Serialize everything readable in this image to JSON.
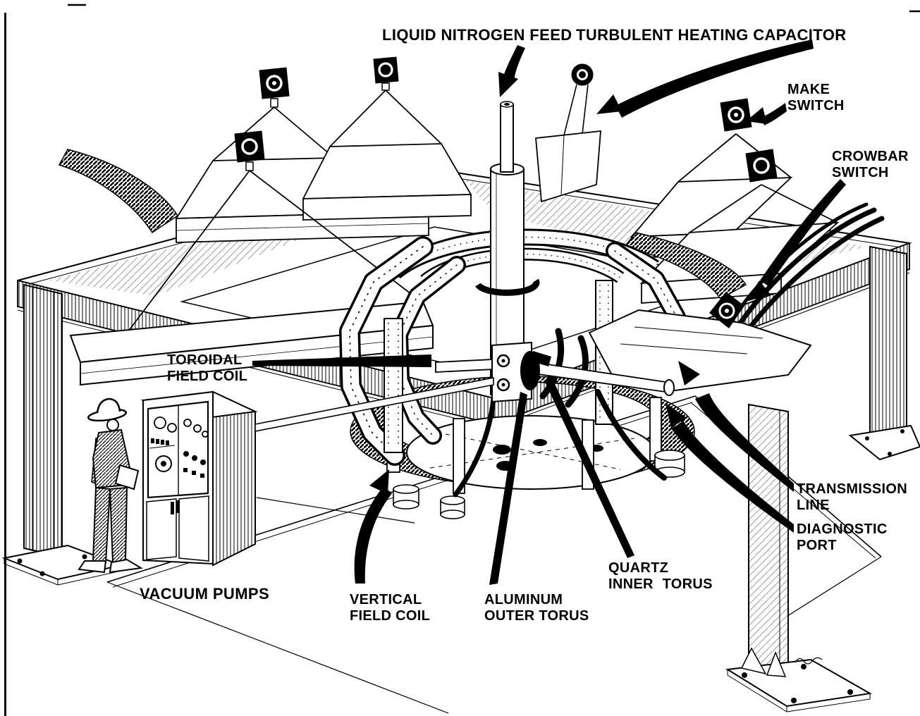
{
  "figure": {
    "kind": "cutaway line-art illustration of a turbulent-heating toroidal plasma device",
    "colors": {
      "paper": "#ffffff",
      "ink": "#000000"
    }
  },
  "labels": {
    "liquid_nitrogen_feed": {
      "text": "LIQUID NITROGEN FEED"
    },
    "turbulent_heating_capacitor": {
      "text": "TURBULENT HEATING CAPACITOR"
    },
    "make_switch": {
      "lines": [
        "MAKE",
        "SWITCH"
      ]
    },
    "crowbar_switch": {
      "lines": [
        "CROWBAR",
        "SWITCH"
      ]
    },
    "toroidal_field_coil": {
      "lines": [
        "TOROIDAL",
        "FIELD COIL"
      ]
    },
    "transmission_line": {
      "lines": [
        "TRANSMISSION",
        "LINE"
      ]
    },
    "diagnostic_port": {
      "lines": [
        "DIAGNOSTIC",
        "PORT"
      ]
    },
    "quartz_inner_torus": {
      "lines": [
        "QUARTZ",
        "INNER TORUS"
      ]
    },
    "aluminum_outer_torus": {
      "lines": [
        "ALUMINUM",
        "OUTER TORUS"
      ]
    },
    "vertical_field_coil": {
      "lines": [
        "VERTICAL",
        "FIELD COIL"
      ]
    },
    "vacuum_pumps": {
      "text": "VACUUM PUMPS"
    }
  }
}
